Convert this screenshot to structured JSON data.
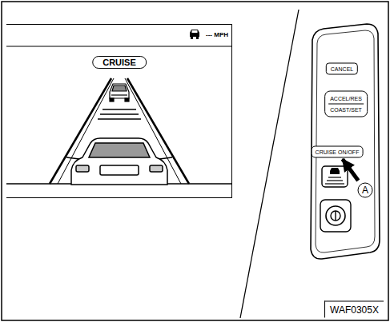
{
  "diagram": {
    "nodes": [
      {
        "text": [
          "--- MPH"
        ]
      },
      {
        "text": [
          "CRUISE"
        ],
        "in": 0
      },
      {
        "text": [
          "CANCEL"
        ]
      },
      {
        "text": [
          "ACCEL/RES",
          "COAST/SET"
        ]
      },
      {
        "text": [
          "CRUISE ON/OFF"
        ]
      },
      {
        "text": [
          "A"
        ]
      },
      {
        "text": [
          "WAF0305X"
        ]
      }
    ],
    "edges": [
      {
        "from": 5,
        "to": 4,
        "arrow": "to"
      }
    ]
  }
}
